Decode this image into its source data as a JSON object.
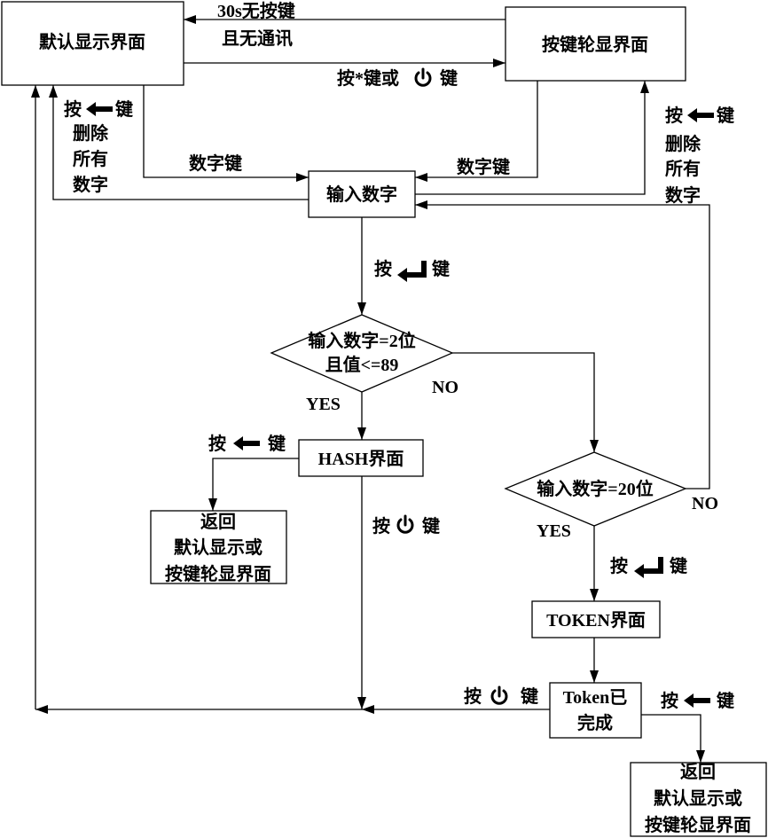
{
  "nodes": {
    "default_display": {
      "label": "默认显示界面"
    },
    "key_cycle_display": {
      "label": "按键轮显界面"
    },
    "input_digits": {
      "label": "输入数字"
    },
    "check_two_digits": {
      "lines": [
        "输入数字=2位",
        "且值<=89"
      ]
    },
    "hash_screen": {
      "label": "HASH界面"
    },
    "return_from_hash": {
      "lines": [
        "返回",
        "默认显示或",
        "按键轮显界面"
      ]
    },
    "check_twenty_digits": {
      "label": "输入数字=20位"
    },
    "token_screen": {
      "label": "TOKEN界面"
    },
    "token_done": {
      "lines": [
        "Token已",
        "完成"
      ]
    },
    "return_from_token": {
      "lines": [
        "返回",
        "默认显示或",
        "按键轮显界面"
      ]
    }
  },
  "edges": {
    "timeout_to_default": {
      "lines": [
        "30s无按键",
        "且无通讯"
      ]
    },
    "default_to_key_cycle": {
      "prefix": "按*键或",
      "icon": "power-icon",
      "suffix": "键"
    },
    "default_to_input": {
      "label": "数字键"
    },
    "key_cycle_to_input": {
      "label": "数字键"
    },
    "input_to_default": {
      "prefix": "按",
      "icon": "backspace-arrow-icon",
      "suffix": "键",
      "lines": [
        "删除",
        "所有",
        "数字"
      ]
    },
    "input_to_key_cycle": {
      "prefix": "按",
      "icon": "backspace-arrow-icon",
      "suffix": "键",
      "lines": [
        "删除",
        "所有",
        "数字"
      ]
    },
    "input_to_check_two": {
      "prefix": "按",
      "icon": "enter-icon",
      "suffix": "键"
    },
    "check_two_yes": {
      "label": "YES"
    },
    "check_two_no": {
      "label": "NO"
    },
    "hash_to_return": {
      "prefix": "按",
      "icon": "backspace-arrow-icon",
      "suffix": "键"
    },
    "hash_to_default": {
      "prefix": "按",
      "icon": "power-icon",
      "suffix": "键"
    },
    "check_twenty_no": {
      "label": "NO"
    },
    "check_twenty_yes": {
      "label": "YES",
      "prefix": "按",
      "icon": "enter-icon",
      "suffix": "键"
    },
    "token_done_to_default": {
      "prefix": "按",
      "icon": "power-icon",
      "suffix": "键"
    },
    "token_done_to_return": {
      "prefix": "按",
      "icon": "backspace-arrow-icon",
      "suffix": "键"
    }
  },
  "colors": {
    "ink": "#000000",
    "paper": "#ffffff"
  }
}
